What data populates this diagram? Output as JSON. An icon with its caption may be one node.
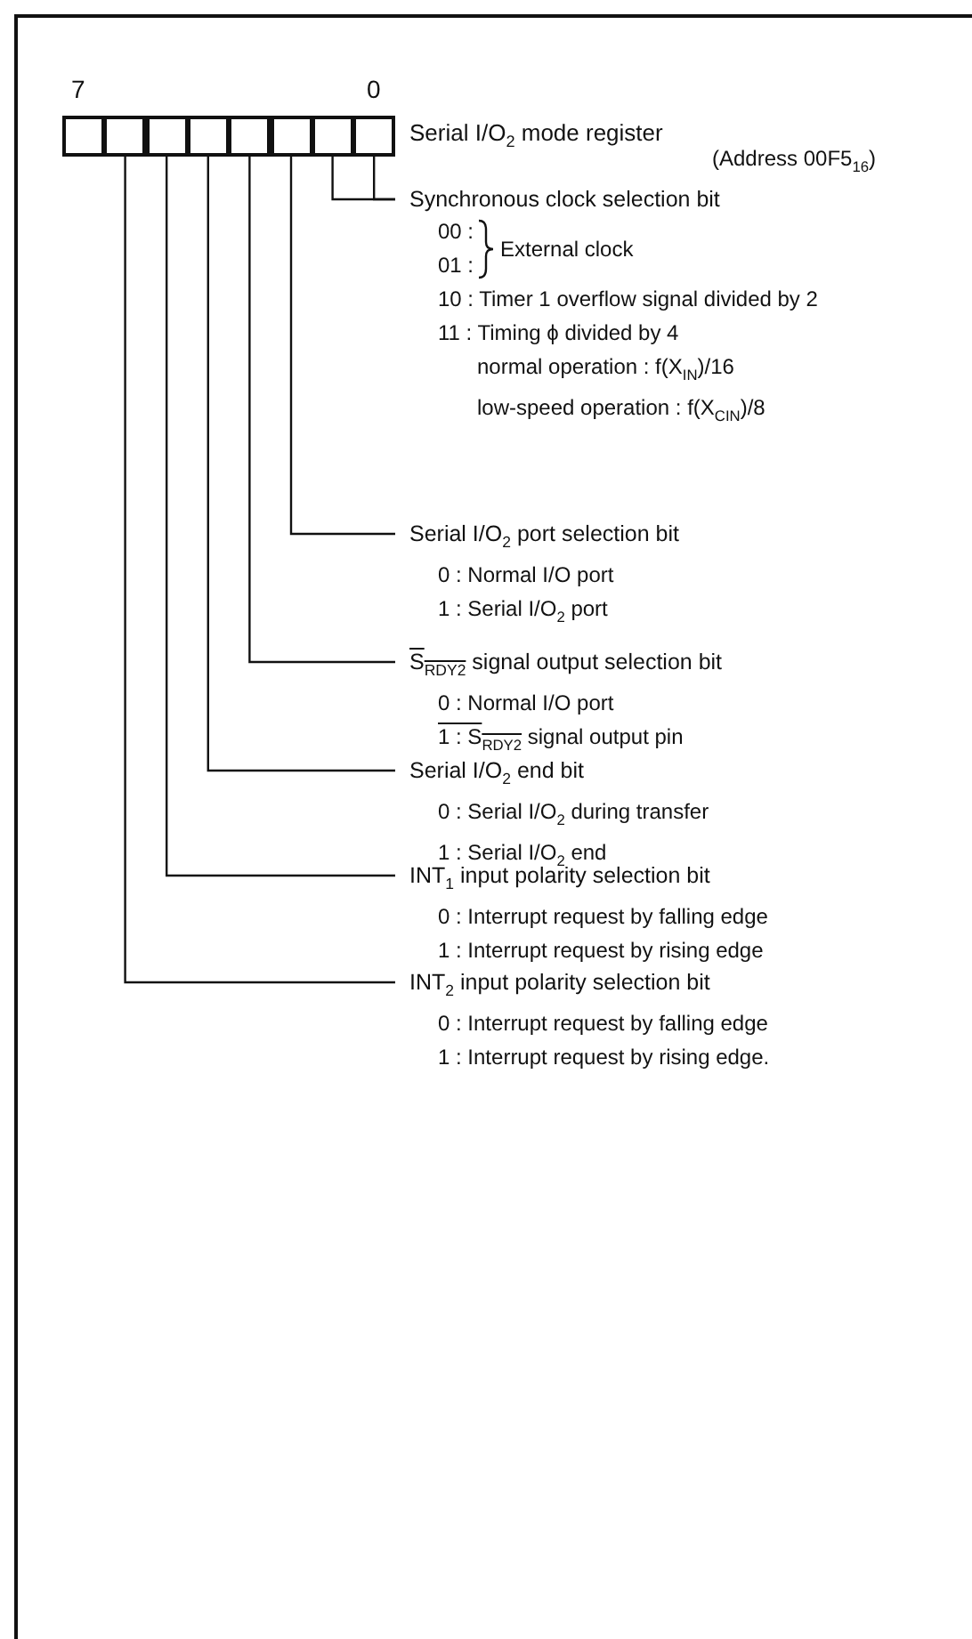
{
  "diagram": {
    "nodes": [
      {
        "text": [],
        "shape": "box"
      },
      {
        "text": [],
        "shape": "box"
      },
      {
        "text": [],
        "shape": "box"
      },
      {
        "text": [],
        "shape": "box"
      },
      {
        "text": [],
        "shape": "box"
      },
      {
        "text": [],
        "shape": "box"
      },
      {
        "text": [],
        "shape": "box"
      },
      {
        "text": [],
        "shape": "box"
      },
      {
        "text": [
          "Synchronous clock selection bit",
          "00 :",
          "01 :",
          "External clock",
          "10 : Timer 1 overflow signal divided by 2",
          "11 : Timing ϕ divided by 4",
          "normal operation : f(X$_{IN}$)/16",
          "low-speed operation : f(X$_{CIN}$)/8"
        ]
      },
      {
        "text": [
          "Serial I/O$_{2}$ port selection bit",
          "0 : Normal I/O port",
          "1 : Serial I/O$_{2}$ port"
        ]
      },
      {
        "text": [
          "S$_{RDY2}$ signal output selection bit",
          "0 : Normal I/O port",
          "1 : S$_{RDY2}$ signal output pin"
        ]
      },
      {
        "text": [
          "Serial I/O$_{2}$ end bit",
          "0 : Serial I/O$_{2}$ during transfer",
          "1 : Serial I/O$_{2}$ end"
        ]
      },
      {
        "text": [
          "INT$_{1}$ input polarity selection bit",
          "0 : Interrupt request by falling edge",
          "1 : Interrupt request by rising edge"
        ]
      },
      {
        "text": [
          "INT$_{2}$ input polarity selection bit",
          "0 : Interrupt request by falling edge",
          "1 : Interrupt request by rising edge."
        ]
      }
    ],
    "edges": [
      {
        "from": 6,
        "to": 8,
        "arrow": "none"
      },
      {
        "from": 7,
        "to": 8,
        "arrow": "none"
      },
      {
        "from": 5,
        "to": 9,
        "arrow": "none"
      },
      {
        "from": 4,
        "to": 10,
        "arrow": "none"
      },
      {
        "from": 3,
        "to": 11,
        "arrow": "none"
      },
      {
        "from": 2,
        "to": 12,
        "arrow": "none"
      },
      {
        "from": 1,
        "to": 13,
        "arrow": "none"
      }
    ],
    "labels": [
      "7",
      "0",
      "Serial I/O$_{2}$ mode register",
      "(Address 00F5$_{16}$)"
    ]
  }
}
